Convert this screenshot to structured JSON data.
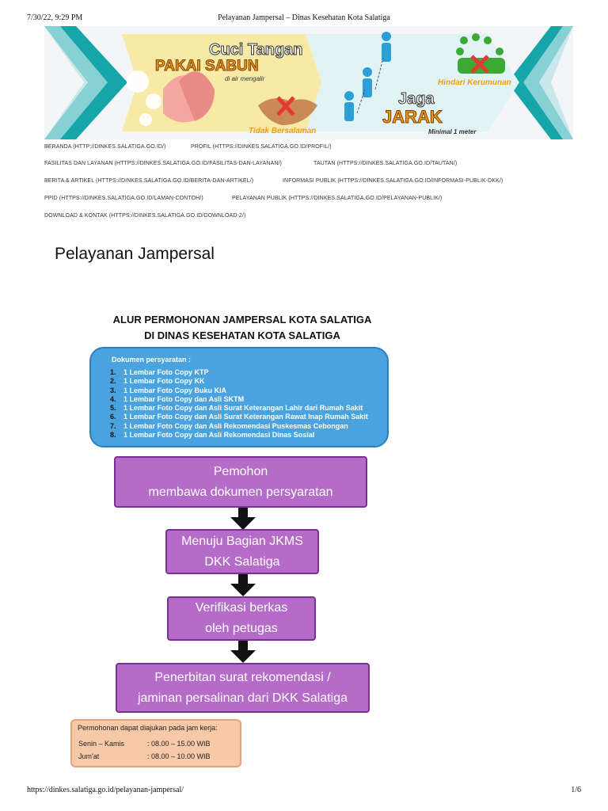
{
  "print_header": {
    "datetime": "7/30/22, 9:29 PM",
    "title": "Pelayanan Jampersal – Dinas Kesehatan Kota Salatiga"
  },
  "banner": {
    "cuci_tangan": "Cuci Tangan",
    "pakai_sabun": "PAKAI SABUN",
    "di_air_mengalir": "di air mengalir",
    "tidak_bersalaman": "Tidak Bersalaman",
    "jaga": "Jaga",
    "jarak": "JARAK",
    "minimal": "Minimal 1 meter",
    "hindari": "Hindari Kerumunan"
  },
  "nav": {
    "items": [
      "BERANDA (HTTP://DINKES.SALATIGA.GO.ID/)",
      "PROFIL (HTTPS://DINKES.SALATIGA.GO.ID/PROFIL/)",
      "FASILITAS DAN LAYANAN (HTTPS://DINKES.SALATIGA.GO.ID/FASILITAS-DAN-LAYANAN/)",
      "TAUTAN (HTTPS://DINKES.SALATIGA.GO.ID/TAUTAN/)",
      "BERITA & ARTIKEL (HTTPS://DINKES.SALATIGA.GO.ID/BERITA-DAN-ARTIKEL/)",
      "INFORMASI PUBLIK (HTTPS://DINKES.SALATIGA.GO.ID/INFORMASI-PUBLIK-DKK/)",
      "PPID (HTTPS://DINKES.SALATIGA.GO.ID/LAMAN-CONTOH/)",
      "PELAYANAN PUBLIK (HTTPS://DINKES.SALATIGA.GO.ID/PELAYANAN-PUBLIK/)",
      "DOWNLOAD & KONTAK (HTTPS://DINKES.SALATIGA.GO.ID/DOWNLOAD-2/)"
    ]
  },
  "page": {
    "title": "Pelayanan Jampersal"
  },
  "flowchart": {
    "title_line1": "ALUR PERMOHONAN JAMPERSAL KOTA SALATIGA",
    "title_line2": "DI DINAS KESEHATAN KOTA SALATIGA",
    "documents_heading": "Dokumen persyaratan :",
    "documents": [
      {
        "num": "1.",
        "text": "1 Lembar Foto Copy KTP"
      },
      {
        "num": "2.",
        "text": "1 Lembar Foto Copy KK"
      },
      {
        "num": "3.",
        "text": "1 Lembar Foto Copy Buku KIA"
      },
      {
        "num": "4.",
        "text": "1 Lembar Foto Copy dan Asli SKTM"
      },
      {
        "num": "5.",
        "text": "1 Lembar Foto Copy dan Asli Surat Keterangan Lahir dari Rumah Sakit"
      },
      {
        "num": "6.",
        "text": "1 Lembar Foto Copy dan Asli Surat Keterangan Rawat Inap Rumah Sakit"
      },
      {
        "num": "7.",
        "text": "1 Lembar Foto Copy dan Asli Rekomendasi Puskesmas Cebongan"
      },
      {
        "num": "8.",
        "text": "1 Lembar Foto Copy dan Asli Rekomendasi Dinas Sosial"
      }
    ],
    "steps": [
      {
        "line1": "Pemohon",
        "line2": "membawa dokumen persyaratan"
      },
      {
        "line1": "Menuju Bagian JKMS",
        "line2": "DKK Salatiga"
      },
      {
        "line1": "Verifikasi berkas",
        "line2": "oleh petugas"
      },
      {
        "line1": "Penerbitan surat rekomendasi /",
        "line2": "jaminan persalinan dari DKK Salatiga"
      }
    ],
    "hours": {
      "heading": "Permohonan dapat diajukan pada jam kerja:",
      "rows": [
        {
          "day": "Senin – Kamis",
          "time": ": 08.00 – 15.00 WIB"
        },
        {
          "day": "Jum'at",
          "time": ": 08.00 – 10.00 WIB"
        }
      ]
    }
  },
  "print_footer": {
    "url": "https://dinkes.salatiga.go.id/pelayanan-jampersal/",
    "page": "1/6"
  },
  "colors": {
    "teal": "#16a5a8",
    "doc_box": "#4aa3df",
    "step_fill": "#b56cc8",
    "step_border": "#7b2f96",
    "hours_fill": "#f7c9a8",
    "banner_orange": "#f39c12",
    "banner_green": "#3aaa35",
    "banner_red": "#e53935",
    "banner_blue": "#2b9fd8"
  }
}
